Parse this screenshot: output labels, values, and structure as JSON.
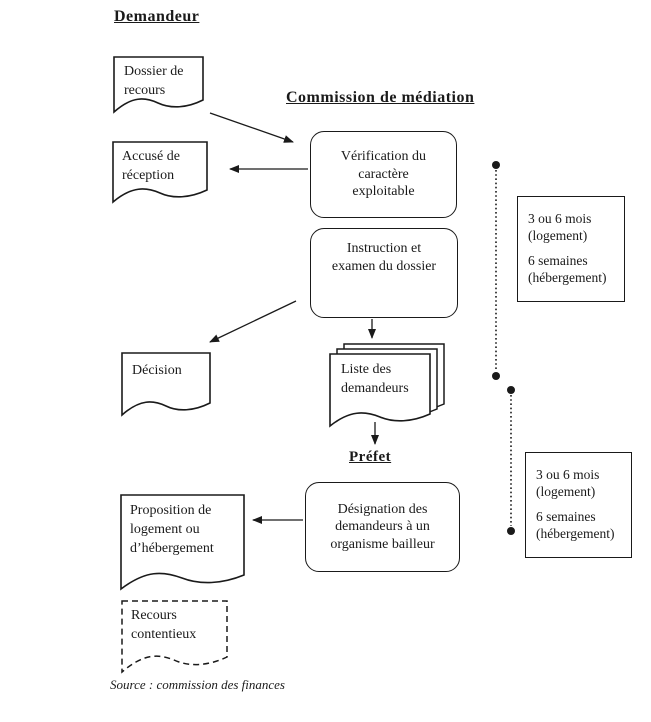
{
  "headings": {
    "demandeur": "Demandeur",
    "commission": "Commission de médiation",
    "prefet": "Préfet"
  },
  "documents": {
    "dossier": {
      "line1": "Dossier de",
      "line2": "recours"
    },
    "accuse": {
      "line1": "Accusé de",
      "line2": "réception"
    },
    "decision": {
      "line1": "Décision"
    },
    "liste": {
      "line1": "Liste des",
      "line2": "demandeurs"
    },
    "proposition": {
      "line1": "Proposition de",
      "line2": "logement ou",
      "line3": "d’hébergement"
    },
    "recours": {
      "line1": "Recours",
      "line2": "contentieux"
    }
  },
  "process_boxes": {
    "verification": {
      "line1": "Vérification du",
      "line2": "caractère",
      "line3": "exploitable"
    },
    "instruction": {
      "line1": "Instruction et",
      "line2": "examen du dossier"
    },
    "designation": {
      "line1": "Désignation des",
      "line2": "demandeurs à un",
      "line3": "organisme bailleur"
    }
  },
  "delay_notes": {
    "top": {
      "line1": "3 ou 6 mois",
      "line2": "(logement)",
      "line3": "6 semaines",
      "line4": "(hébergement)"
    },
    "bottom": {
      "line1": "3 ou 6 mois",
      "line2": "(logement)",
      "line3": "6 semaines",
      "line4": "(hébergement)"
    }
  },
  "source": "Source : commission des finances",
  "colors": {
    "ink": "#1a1a1a",
    "background": "#ffffff"
  }
}
